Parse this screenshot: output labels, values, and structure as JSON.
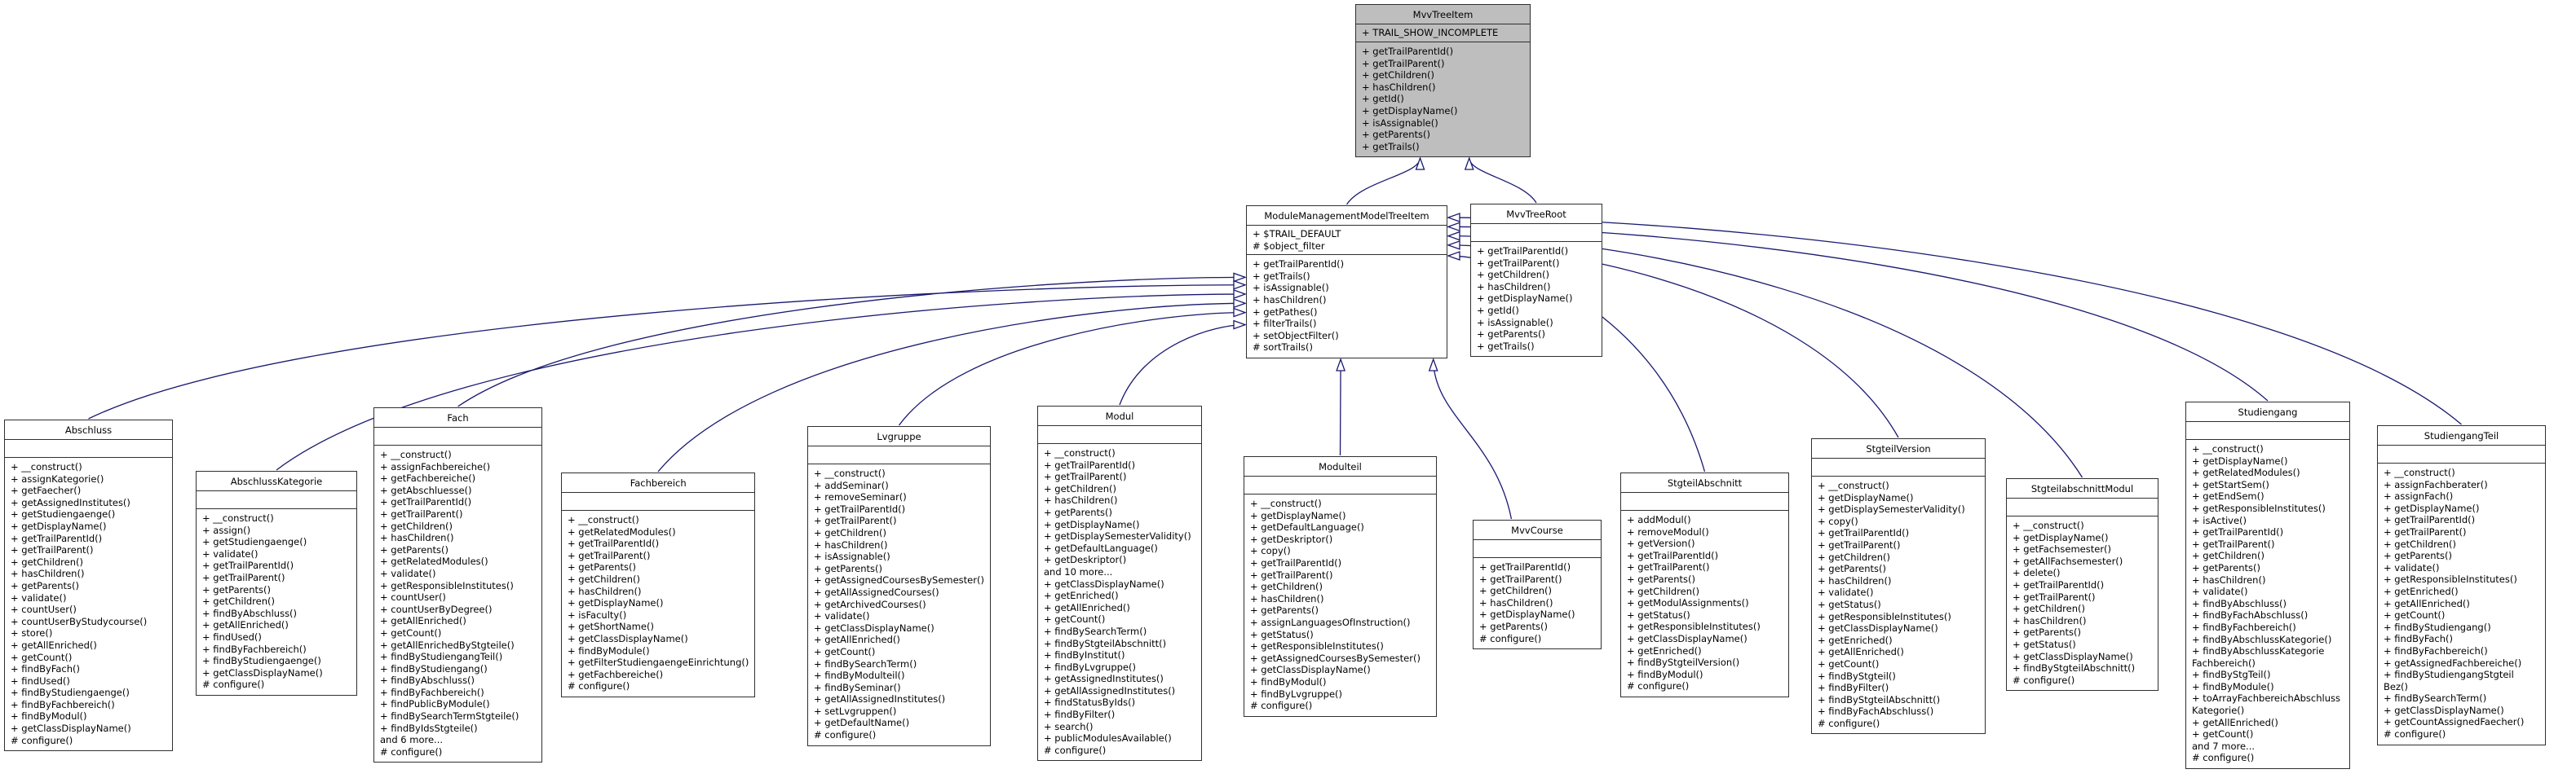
{
  "diagram": {
    "type": "uml-class-inheritance",
    "colors": {
      "highlight_fill": "#bebebe",
      "box_fill": "#ffffff",
      "border": "#2f2f2f",
      "edge": "#191970"
    },
    "classes": [
      {
        "name": "MvvTreeItem",
        "highlighted": true,
        "attributes": [
          "+ TRAIL_SHOW_INCOMPLETE"
        ],
        "methods": [
          "+ getTrailParentId()",
          "+ getTrailParent()",
          "+ getChildren()",
          "+ hasChildren()",
          "+ getId()",
          "+ getDisplayName()",
          "+ isAssignable()",
          "+ getParents()",
          "+ getTrails()"
        ]
      },
      {
        "name": "ModuleManagementModelTreeItem",
        "highlighted": false,
        "attributes": [
          "+ $TRAIL_DEFAULT",
          "# $object_filter"
        ],
        "methods": [
          "+ getTrailParentId()",
          "+ getTrails()",
          "+ isAssignable()",
          "+ hasChildren()",
          "+ getPathes()",
          "+ filterTrails()",
          "+ setObjectFilter()",
          "# sortTrails()"
        ]
      },
      {
        "name": "MvvTreeRoot",
        "highlighted": false,
        "attributes": [],
        "methods": [
          "+ getTrailParentId()",
          "+ getTrailParent()",
          "+ getChildren()",
          "+ hasChildren()",
          "+ getDisplayName()",
          "+ getId()",
          "+ isAssignable()",
          "+ getParents()",
          "+ getTrails()"
        ]
      },
      {
        "name": "Abschluss",
        "highlighted": false,
        "attributes": [],
        "methods": [
          "+ __construct()",
          "+ assignKategorie()",
          "+ getFaecher()",
          "+ getAssignedInstitutes()",
          "+ getStudiengaenge()",
          "+ getDisplayName()",
          "+ getTrailParentId()",
          "+ getTrailParent()",
          "+ getChildren()",
          "+ hasChildren()",
          "+ getParents()",
          "+ validate()",
          "+ countUser()",
          "+ countUserByStudycourse()",
          "+ store()",
          "+ getAllEnriched()",
          "+ getCount()",
          "+ findByFach()",
          "+ findUsed()",
          "+ findByStudiengaenge()",
          "+ findByFachbereich()",
          "+ findByModul()",
          "+ getClassDisplayName()",
          "# configure()"
        ]
      },
      {
        "name": "AbschlussKategorie",
        "highlighted": false,
        "attributes": [],
        "methods": [
          "+ __construct()",
          "+ assign()",
          "+ getStudiengaenge()",
          "+ validate()",
          "+ getTrailParentId()",
          "+ getTrailParent()",
          "+ getParents()",
          "+ getChildren()",
          "+ findByAbschluss()",
          "+ getAllEnriched()",
          "+ findUsed()",
          "+ findByFachbereich()",
          "+ findByStudiengaenge()",
          "+ getClassDisplayName()",
          "# configure()"
        ]
      },
      {
        "name": "Fach",
        "highlighted": false,
        "attributes": [],
        "methods": [
          "+ __construct()",
          "+ assignFachbereiche()",
          "+ getFachbereiche()",
          "+ getAbschluesse()",
          "+ getTrailParentId()",
          "+ getTrailParent()",
          "+ getChildren()",
          "+ hasChildren()",
          "+ getParents()",
          "+ getRelatedModules()",
          "+ validate()",
          "+ getResponsibleInstitutes()",
          "+ countUser()",
          "+ countUserByDegree()",
          "+ getAllEnriched()",
          "+ getCount()",
          "+ getAllEnrichedByStgteile()",
          "+ findByStudiengangTeil()",
          "+ findByStudiengang()",
          "+ findByAbschluss()",
          "+ findByFachbereich()",
          "+ findPublicByModule()",
          "+ findBySearchTermStgteile()",
          "+ findByIdsStgteile()",
          "and 6 more...",
          "# configure()"
        ]
      },
      {
        "name": "Fachbereich",
        "highlighted": false,
        "attributes": [],
        "methods": [
          "+ __construct()",
          "+ getRelatedModules()",
          "+ getTrailParentId()",
          "+ getTrailParent()",
          "+ getParents()",
          "+ getChildren()",
          "+ hasChildren()",
          "+ getDisplayName()",
          "+ isFaculty()",
          "+ getShortName()",
          "+ getClassDisplayName()",
          "+ findByModule()",
          "+ getFilterStudiengaengeEinrichtung()",
          "+ getFachbereiche()",
          "# configure()"
        ]
      },
      {
        "name": "Lvgruppe",
        "highlighted": false,
        "attributes": [],
        "methods": [
          "+ __construct()",
          "+ addSeminar()",
          "+ removeSeminar()",
          "+ getTrailParentId()",
          "+ getTrailParent()",
          "+ getChildren()",
          "+ hasChildren()",
          "+ isAssignable()",
          "+ getParents()",
          "+ getAssignedCoursesBySemester()",
          "+ getAllAssignedCourses()",
          "+ getArchivedCourses()",
          "+ validate()",
          "+ getClassDisplayName()",
          "+ getAllEnriched()",
          "+ getCount()",
          "+ findBySearchTerm()",
          "+ findByModulteil()",
          "+ findBySeminar()",
          "+ getAllAssignedInstitutes()",
          "+ setLvgruppen()",
          "+ getDefaultName()",
          "# configure()"
        ]
      },
      {
        "name": "Modul",
        "highlighted": false,
        "attributes": [],
        "methods": [
          "+ __construct()",
          "+ getTrailParentId()",
          "+ getTrailParent()",
          "+ getChildren()",
          "+ hasChildren()",
          "+ getParents()",
          "+ getDisplayName()",
          "+ getDisplaySemesterValidity()",
          "+ getDefaultLanguage()",
          "+ getDeskriptor()",
          "and 10 more...",
          "+ getClassDisplayName()",
          "+ getEnriched()",
          "+ getAllEnriched()",
          "+ getCount()",
          "+ findBySearchTerm()",
          "+ findByStgteilAbschnitt()",
          "+ findByInstitut()",
          "+ findByLvgruppe()",
          "+ getAssignedInstitutes()",
          "+ getAllAssignedInstitutes()",
          "+ findStatusByIds()",
          "+ findByFilter()",
          "+ search()",
          "+ publicModulesAvailable()",
          "# configure()"
        ]
      },
      {
        "name": "Modulteil",
        "highlighted": false,
        "attributes": [],
        "methods": [
          "+ __construct()",
          "+ getDisplayName()",
          "+ getDefaultLanguage()",
          "+ getDeskriptor()",
          "+ copy()",
          "+ getTrailParentId()",
          "+ getTrailParent()",
          "+ getChildren()",
          "+ hasChildren()",
          "+ getParents()",
          "+ assignLanguagesOfInstruction()",
          "+ getStatus()",
          "+ getResponsibleInstitutes()",
          "+ getAssignedCoursesBySemester()",
          "+ getClassDisplayName()",
          "+ findByModul()",
          "+ findByLvgruppe()",
          "# configure()"
        ]
      },
      {
        "name": "MvvCourse",
        "highlighted": false,
        "attributes": [],
        "methods": [
          "+ getTrailParentId()",
          "+ getTrailParent()",
          "+ getChildren()",
          "+ hasChildren()",
          "+ getDisplayName()",
          "+ getParents()",
          "# configure()"
        ]
      },
      {
        "name": "StgteilAbschnitt",
        "highlighted": false,
        "attributes": [],
        "methods": [
          "+ addModul()",
          "+ removeModul()",
          "+ getVersion()",
          "+ getTrailParentId()",
          "+ getTrailParent()",
          "+ getParents()",
          "+ getChildren()",
          "+ getModulAssignments()",
          "+ getStatus()",
          "+ getResponsibleInstitutes()",
          "+ getClassDisplayName()",
          "+ getEnriched()",
          "+ findByStgteilVersion()",
          "+ findByModul()",
          "# configure()"
        ]
      },
      {
        "name": "StgteilVersion",
        "highlighted": false,
        "attributes": [],
        "methods": [
          "+ __construct()",
          "+ getDisplayName()",
          "+ getDisplaySemesterValidity()",
          "+ copy()",
          "+ getTrailParentId()",
          "+ getTrailParent()",
          "+ getChildren()",
          "+ getParents()",
          "+ hasChildren()",
          "+ validate()",
          "+ getStatus()",
          "+ getResponsibleInstitutes()",
          "+ getClassDisplayName()",
          "+ getEnriched()",
          "+ getAllEnriched()",
          "+ getCount()",
          "+ findByStgteil()",
          "+ findByFilter()",
          "+ findByStgteilAbschnitt()",
          "+ findByFachAbschluss()",
          "# configure()"
        ]
      },
      {
        "name": "StgteilabschnittModul",
        "highlighted": false,
        "attributes": [],
        "methods": [
          "+ __construct()",
          "+ getDisplayName()",
          "+ getFachsemester()",
          "+ getAllFachsemester()",
          "+ delete()",
          "+ getTrailParentId()",
          "+ getTrailParent()",
          "+ getChildren()",
          "+ hasChildren()",
          "+ getParents()",
          "+ getStatus()",
          "+ getClassDisplayName()",
          "+ findByStgteilAbschnitt()",
          "# configure()"
        ]
      },
      {
        "name": "Studiengang",
        "highlighted": false,
        "attributes": [],
        "methods": [
          "+ __construct()",
          "+ getDisplayName()",
          "+ getRelatedModules()",
          "+ getStartSem()",
          "+ getEndSem()",
          "+ getResponsibleInstitutes()",
          "+ isActive()",
          "+ getTrailParentId()",
          "+ getTrailParent()",
          "+ getChildren()",
          "+ getParents()",
          "+ hasChildren()",
          "+ validate()",
          "+ findByAbschluss()",
          "+ findByFachAbschluss()",
          "+ findByFachbereich()",
          "+ findByAbschlussKategorie()",
          "+ findByAbschlussKategorie",
          "Fachbereich()",
          "+ findByStgTeil()",
          "+ findByModule()",
          "+ toArrayFachbereichAbschluss",
          "Kategorie()",
          "+ getAllEnriched()",
          "+ getCount()",
          "and 7 more...",
          "# configure()"
        ]
      },
      {
        "name": "StudiengangTeil",
        "highlighted": false,
        "attributes": [],
        "methods": [
          "+ __construct()",
          "+ assignFachberater()",
          "+ assignFach()",
          "+ getDisplayName()",
          "+ getTrailParentId()",
          "+ getTrailParent()",
          "+ getChildren()",
          "+ getParents()",
          "+ validate()",
          "+ getResponsibleInstitutes()",
          "+ getEnriched()",
          "+ getAllEnriched()",
          "+ getCount()",
          "+ findByStudiengang()",
          "+ findByFach()",
          "+ findByFachbereich()",
          "+ getAssignedFachbereiche()",
          "+ findByStudiengangStgteil",
          "Bez()",
          "+ findBySearchTerm()",
          "+ getClassDisplayName()",
          "+ getCountAssignedFaecher()",
          "# configure()"
        ]
      }
    ],
    "relationships": [
      {
        "child": "ModuleManagementModelTreeItem",
        "parent": "MvvTreeItem"
      },
      {
        "child": "MvvTreeRoot",
        "parent": "MvvTreeItem"
      },
      {
        "child": "Abschluss",
        "parent": "ModuleManagementModelTreeItem"
      },
      {
        "child": "AbschlussKategorie",
        "parent": "ModuleManagementModelTreeItem"
      },
      {
        "child": "Fach",
        "parent": "ModuleManagementModelTreeItem"
      },
      {
        "child": "Fachbereich",
        "parent": "ModuleManagementModelTreeItem"
      },
      {
        "child": "Lvgruppe",
        "parent": "ModuleManagementModelTreeItem"
      },
      {
        "child": "Modul",
        "parent": "ModuleManagementModelTreeItem"
      },
      {
        "child": "Modulteil",
        "parent": "ModuleManagementModelTreeItem"
      },
      {
        "child": "MvvCourse",
        "parent": "ModuleManagementModelTreeItem"
      },
      {
        "child": "StgteilAbschnitt",
        "parent": "ModuleManagementModelTreeItem"
      },
      {
        "child": "StgteilVersion",
        "parent": "ModuleManagementModelTreeItem"
      },
      {
        "child": "StgteilabschnittModul",
        "parent": "ModuleManagementModelTreeItem"
      },
      {
        "child": "Studiengang",
        "parent": "ModuleManagementModelTreeItem"
      },
      {
        "child": "StudiengangTeil",
        "parent": "ModuleManagementModelTreeItem"
      }
    ]
  }
}
